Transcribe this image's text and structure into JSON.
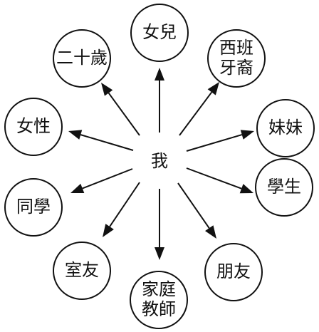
{
  "center": {
    "label": "我"
  },
  "nodes": [
    {
      "id": "daughter",
      "lines": [
        "女兒"
      ]
    },
    {
      "id": "spanish",
      "lines": [
        "西班",
        "牙裔"
      ]
    },
    {
      "id": "younger-sister",
      "lines": [
        "妹妹"
      ]
    },
    {
      "id": "student",
      "lines": [
        "學生"
      ]
    },
    {
      "id": "friend",
      "lines": [
        "朋友"
      ]
    },
    {
      "id": "tutor",
      "lines": [
        "家庭",
        "教師"
      ]
    },
    {
      "id": "roommate",
      "lines": [
        "室友"
      ]
    },
    {
      "id": "classmate",
      "lines": [
        "同學"
      ]
    },
    {
      "id": "female",
      "lines": [
        "女性"
      ]
    },
    {
      "id": "twenty",
      "lines": [
        "二十歲"
      ]
    }
  ],
  "colors": {
    "stroke": "#111111",
    "background": "#ffffff"
  }
}
